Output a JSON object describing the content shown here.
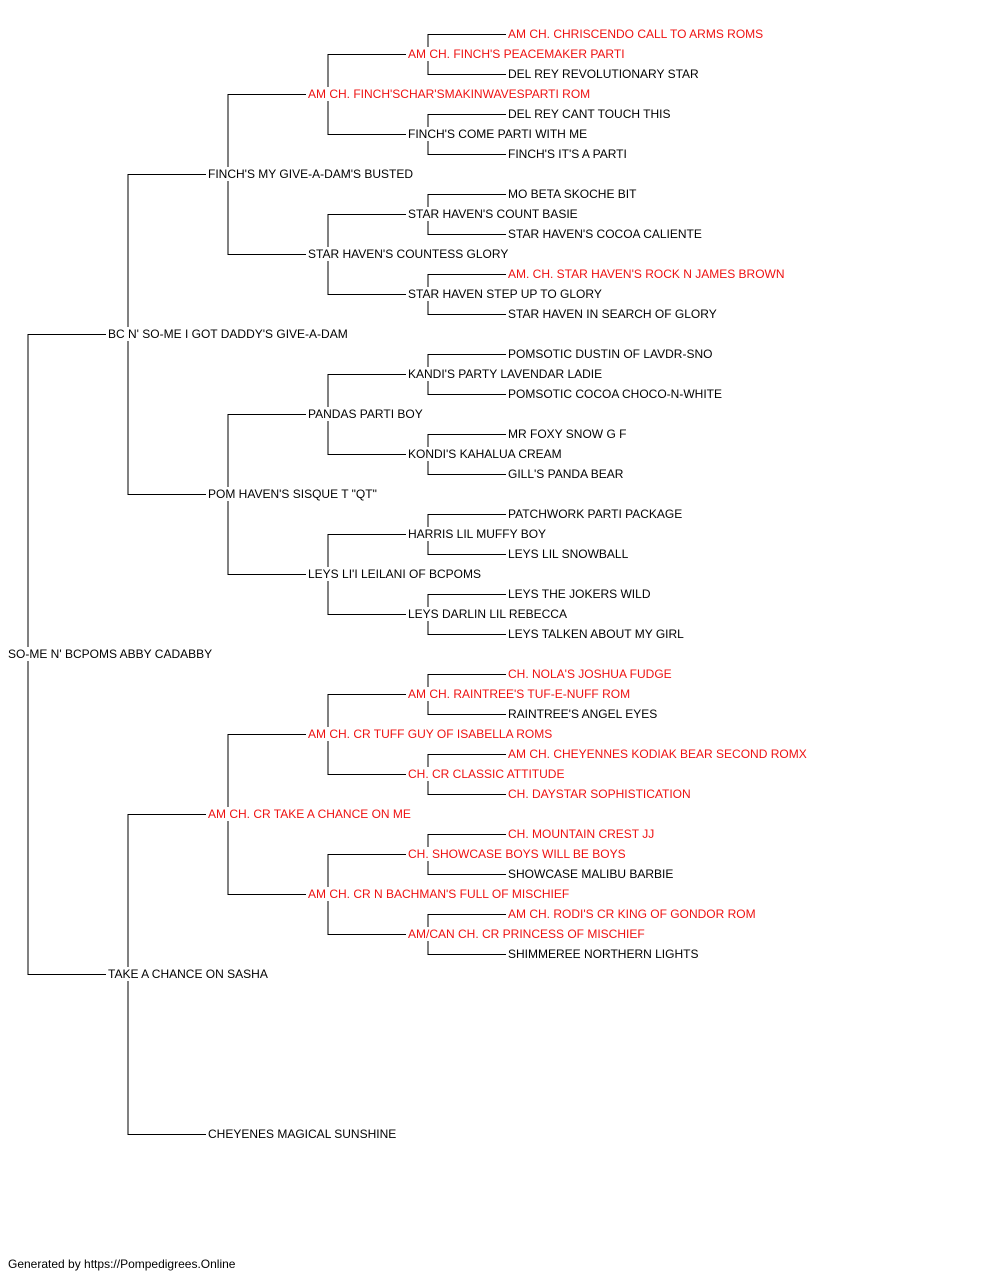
{
  "pedigree": [
    {
      "id": "n1",
      "gen": 0,
      "row": 31.5,
      "name": "SO-ME N' BCPOMS ABBY CADABBY",
      "titled": false
    },
    {
      "id": "n2",
      "gen": 1,
      "row": 15.5,
      "name": "BC N' SO-ME I GOT DADDY'S GIVE-A-DAM",
      "titled": false,
      "parent": "n1"
    },
    {
      "id": "n3",
      "gen": 1,
      "row": 47.5,
      "name": "TAKE A CHANCE ON SASHA",
      "titled": false,
      "parent": "n1"
    },
    {
      "id": "n4",
      "gen": 2,
      "row": 7.5,
      "name": "FINCH'S MY GIVE-A-DAM'S BUSTED",
      "titled": false,
      "parent": "n2"
    },
    {
      "id": "n5",
      "gen": 2,
      "row": 23.5,
      "name": "POM HAVEN'S SISQUE T \"QT\"",
      "titled": false,
      "parent": "n2"
    },
    {
      "id": "n6",
      "gen": 2,
      "row": 39.5,
      "name": "AM CH. CR TAKE A CHANCE ON ME",
      "titled": true,
      "parent": "n3"
    },
    {
      "id": "n7",
      "gen": 2,
      "row": 55.5,
      "name": "CHEYENES MAGICAL SUNSHINE",
      "titled": false,
      "parent": "n3"
    },
    {
      "id": "n8",
      "gen": 3,
      "row": 3.5,
      "name": "AM CH. FINCH'SCHAR'SMAKINWAVESPARTI ROM",
      "titled": true,
      "parent": "n4"
    },
    {
      "id": "n9",
      "gen": 3,
      "row": 11.5,
      "name": "STAR HAVEN'S COUNTESS GLORY",
      "titled": false,
      "parent": "n4"
    },
    {
      "id": "n10",
      "gen": 3,
      "row": 19.5,
      "name": "PANDAS PARTI BOY",
      "titled": false,
      "parent": "n5"
    },
    {
      "id": "n11",
      "gen": 3,
      "row": 27.5,
      "name": "LEYS LI'I LEILANI OF BCPOMS",
      "titled": false,
      "parent": "n5"
    },
    {
      "id": "n12",
      "gen": 3,
      "row": 35.5,
      "name": "AM CH. CR TUFF GUY OF ISABELLA ROMS",
      "titled": true,
      "parent": "n6"
    },
    {
      "id": "n13",
      "gen": 3,
      "row": 43.5,
      "name": "AM CH. CR N BACHMAN'S FULL OF MISCHIEF",
      "titled": true,
      "parent": "n6"
    },
    {
      "id": "n14",
      "gen": 4,
      "row": 1.5,
      "name": "AM CH. FINCH'S PEACEMAKER PARTI",
      "titled": true,
      "parent": "n8"
    },
    {
      "id": "n15",
      "gen": 4,
      "row": 5.5,
      "name": "FINCH'S COME PARTI WITH ME",
      "titled": false,
      "parent": "n8"
    },
    {
      "id": "n16",
      "gen": 4,
      "row": 9.5,
      "name": "STAR HAVEN'S COUNT BASIE",
      "titled": false,
      "parent": "n9"
    },
    {
      "id": "n17",
      "gen": 4,
      "row": 13.5,
      "name": "STAR HAVEN STEP UP TO GLORY",
      "titled": false,
      "parent": "n9"
    },
    {
      "id": "n18",
      "gen": 4,
      "row": 17.5,
      "name": "KANDI'S PARTY LAVENDAR LADIE",
      "titled": false,
      "parent": "n10"
    },
    {
      "id": "n19",
      "gen": 4,
      "row": 21.5,
      "name": "KONDI'S KAHALUA CREAM",
      "titled": false,
      "parent": "n10"
    },
    {
      "id": "n20",
      "gen": 4,
      "row": 25.5,
      "name": "HARRIS LIL MUFFY BOY",
      "titled": false,
      "parent": "n11"
    },
    {
      "id": "n21",
      "gen": 4,
      "row": 29.5,
      "name": "LEYS DARLIN LIL REBECCA",
      "titled": false,
      "parent": "n11"
    },
    {
      "id": "n22",
      "gen": 4,
      "row": 33.5,
      "name": "AM CH. RAINTREE'S TUF-E-NUFF ROM",
      "titled": true,
      "parent": "n12"
    },
    {
      "id": "n23",
      "gen": 4,
      "row": 37.5,
      "name": "CH. CR CLASSIC ATTITUDE",
      "titled": true,
      "parent": "n12"
    },
    {
      "id": "n24",
      "gen": 4,
      "row": 41.5,
      "name": "CH. SHOWCASE BOYS WILL BE BOYS",
      "titled": true,
      "parent": "n13"
    },
    {
      "id": "n25",
      "gen": 4,
      "row": 45.5,
      "name": "AM/CAN CH. CR PRINCESS OF MISCHIEF",
      "titled": true,
      "parent": "n13"
    },
    {
      "id": "n26",
      "gen": 5,
      "row": 0.5,
      "name": "AM CH. CHRISCENDO CALL TO ARMS ROMS",
      "titled": true,
      "parent": "n14"
    },
    {
      "id": "n27",
      "gen": 5,
      "row": 2.5,
      "name": "DEL REY REVOLUTIONARY STAR",
      "titled": false,
      "parent": "n14"
    },
    {
      "id": "n28",
      "gen": 5,
      "row": 4.5,
      "name": "DEL REY CANT TOUCH THIS",
      "titled": false,
      "parent": "n15"
    },
    {
      "id": "n29",
      "gen": 5,
      "row": 6.5,
      "name": "FINCH'S IT'S A PARTI",
      "titled": false,
      "parent": "n15"
    },
    {
      "id": "n30",
      "gen": 5,
      "row": 8.5,
      "name": "MO BETA SKOCHE BIT",
      "titled": false,
      "parent": "n16"
    },
    {
      "id": "n31",
      "gen": 5,
      "row": 10.5,
      "name": "STAR HAVEN'S COCOA CALIENTE",
      "titled": false,
      "parent": "n16"
    },
    {
      "id": "n32",
      "gen": 5,
      "row": 12.5,
      "name": "AM. CH. STAR HAVEN'S ROCK N JAMES BROWN",
      "titled": true,
      "parent": "n17"
    },
    {
      "id": "n33",
      "gen": 5,
      "row": 14.5,
      "name": "STAR HAVEN IN SEARCH OF GLORY",
      "titled": false,
      "parent": "n17"
    },
    {
      "id": "n34",
      "gen": 5,
      "row": 16.5,
      "name": "POMSOTIC DUSTIN OF LAVDR-SNO",
      "titled": false,
      "parent": "n18"
    },
    {
      "id": "n35",
      "gen": 5,
      "row": 18.5,
      "name": "POMSOTIC COCOA CHOCO-N-WHITE",
      "titled": false,
      "parent": "n18"
    },
    {
      "id": "n36",
      "gen": 5,
      "row": 20.5,
      "name": "MR FOXY SNOW G F",
      "titled": false,
      "parent": "n19"
    },
    {
      "id": "n37",
      "gen": 5,
      "row": 22.5,
      "name": "GILL'S PANDA BEAR",
      "titled": false,
      "parent": "n19"
    },
    {
      "id": "n38",
      "gen": 5,
      "row": 24.5,
      "name": "PATCHWORK PARTI PACKAGE",
      "titled": false,
      "parent": "n20"
    },
    {
      "id": "n39",
      "gen": 5,
      "row": 26.5,
      "name": "LEYS LIL SNOWBALL",
      "titled": false,
      "parent": "n20"
    },
    {
      "id": "n40",
      "gen": 5,
      "row": 28.5,
      "name": "LEYS THE JOKERS WILD",
      "titled": false,
      "parent": "n21"
    },
    {
      "id": "n41",
      "gen": 5,
      "row": 30.5,
      "name": "LEYS TALKEN ABOUT MY GIRL",
      "titled": false,
      "parent": "n21"
    },
    {
      "id": "n42",
      "gen": 5,
      "row": 32.5,
      "name": "CH. NOLA'S JOSHUA FUDGE",
      "titled": true,
      "parent": "n22"
    },
    {
      "id": "n43",
      "gen": 5,
      "row": 34.5,
      "name": "RAINTREE'S ANGEL EYES",
      "titled": false,
      "parent": "n22"
    },
    {
      "id": "n44",
      "gen": 5,
      "row": 36.5,
      "name": "AM CH. CHEYENNES KODIAK BEAR SECOND ROMX",
      "titled": true,
      "parent": "n23"
    },
    {
      "id": "n45",
      "gen": 5,
      "row": 38.5,
      "name": "CH. DAYSTAR SOPHISTICATION",
      "titled": true,
      "parent": "n23"
    },
    {
      "id": "n46",
      "gen": 5,
      "row": 40.5,
      "name": "CH. MOUNTAIN CREST JJ",
      "titled": true,
      "parent": "n24"
    },
    {
      "id": "n47",
      "gen": 5,
      "row": 42.5,
      "name": "SHOWCASE MALIBU BARBIE",
      "titled": false,
      "parent": "n24"
    },
    {
      "id": "n48",
      "gen": 5,
      "row": 44.5,
      "name": "AM CH. RODI'S CR KING OF GONDOR ROM",
      "titled": true,
      "parent": "n25"
    },
    {
      "id": "n49",
      "gen": 5,
      "row": 46.5,
      "name": "SHIMMEREE NORTHERN LIGHTS",
      "titled": false,
      "parent": "n25"
    }
  ],
  "footer": "Generated by https://Pompedigrees.Online",
  "colors": {
    "titled": "#ee1111",
    "plain": "#000000",
    "line": "#000000"
  }
}
